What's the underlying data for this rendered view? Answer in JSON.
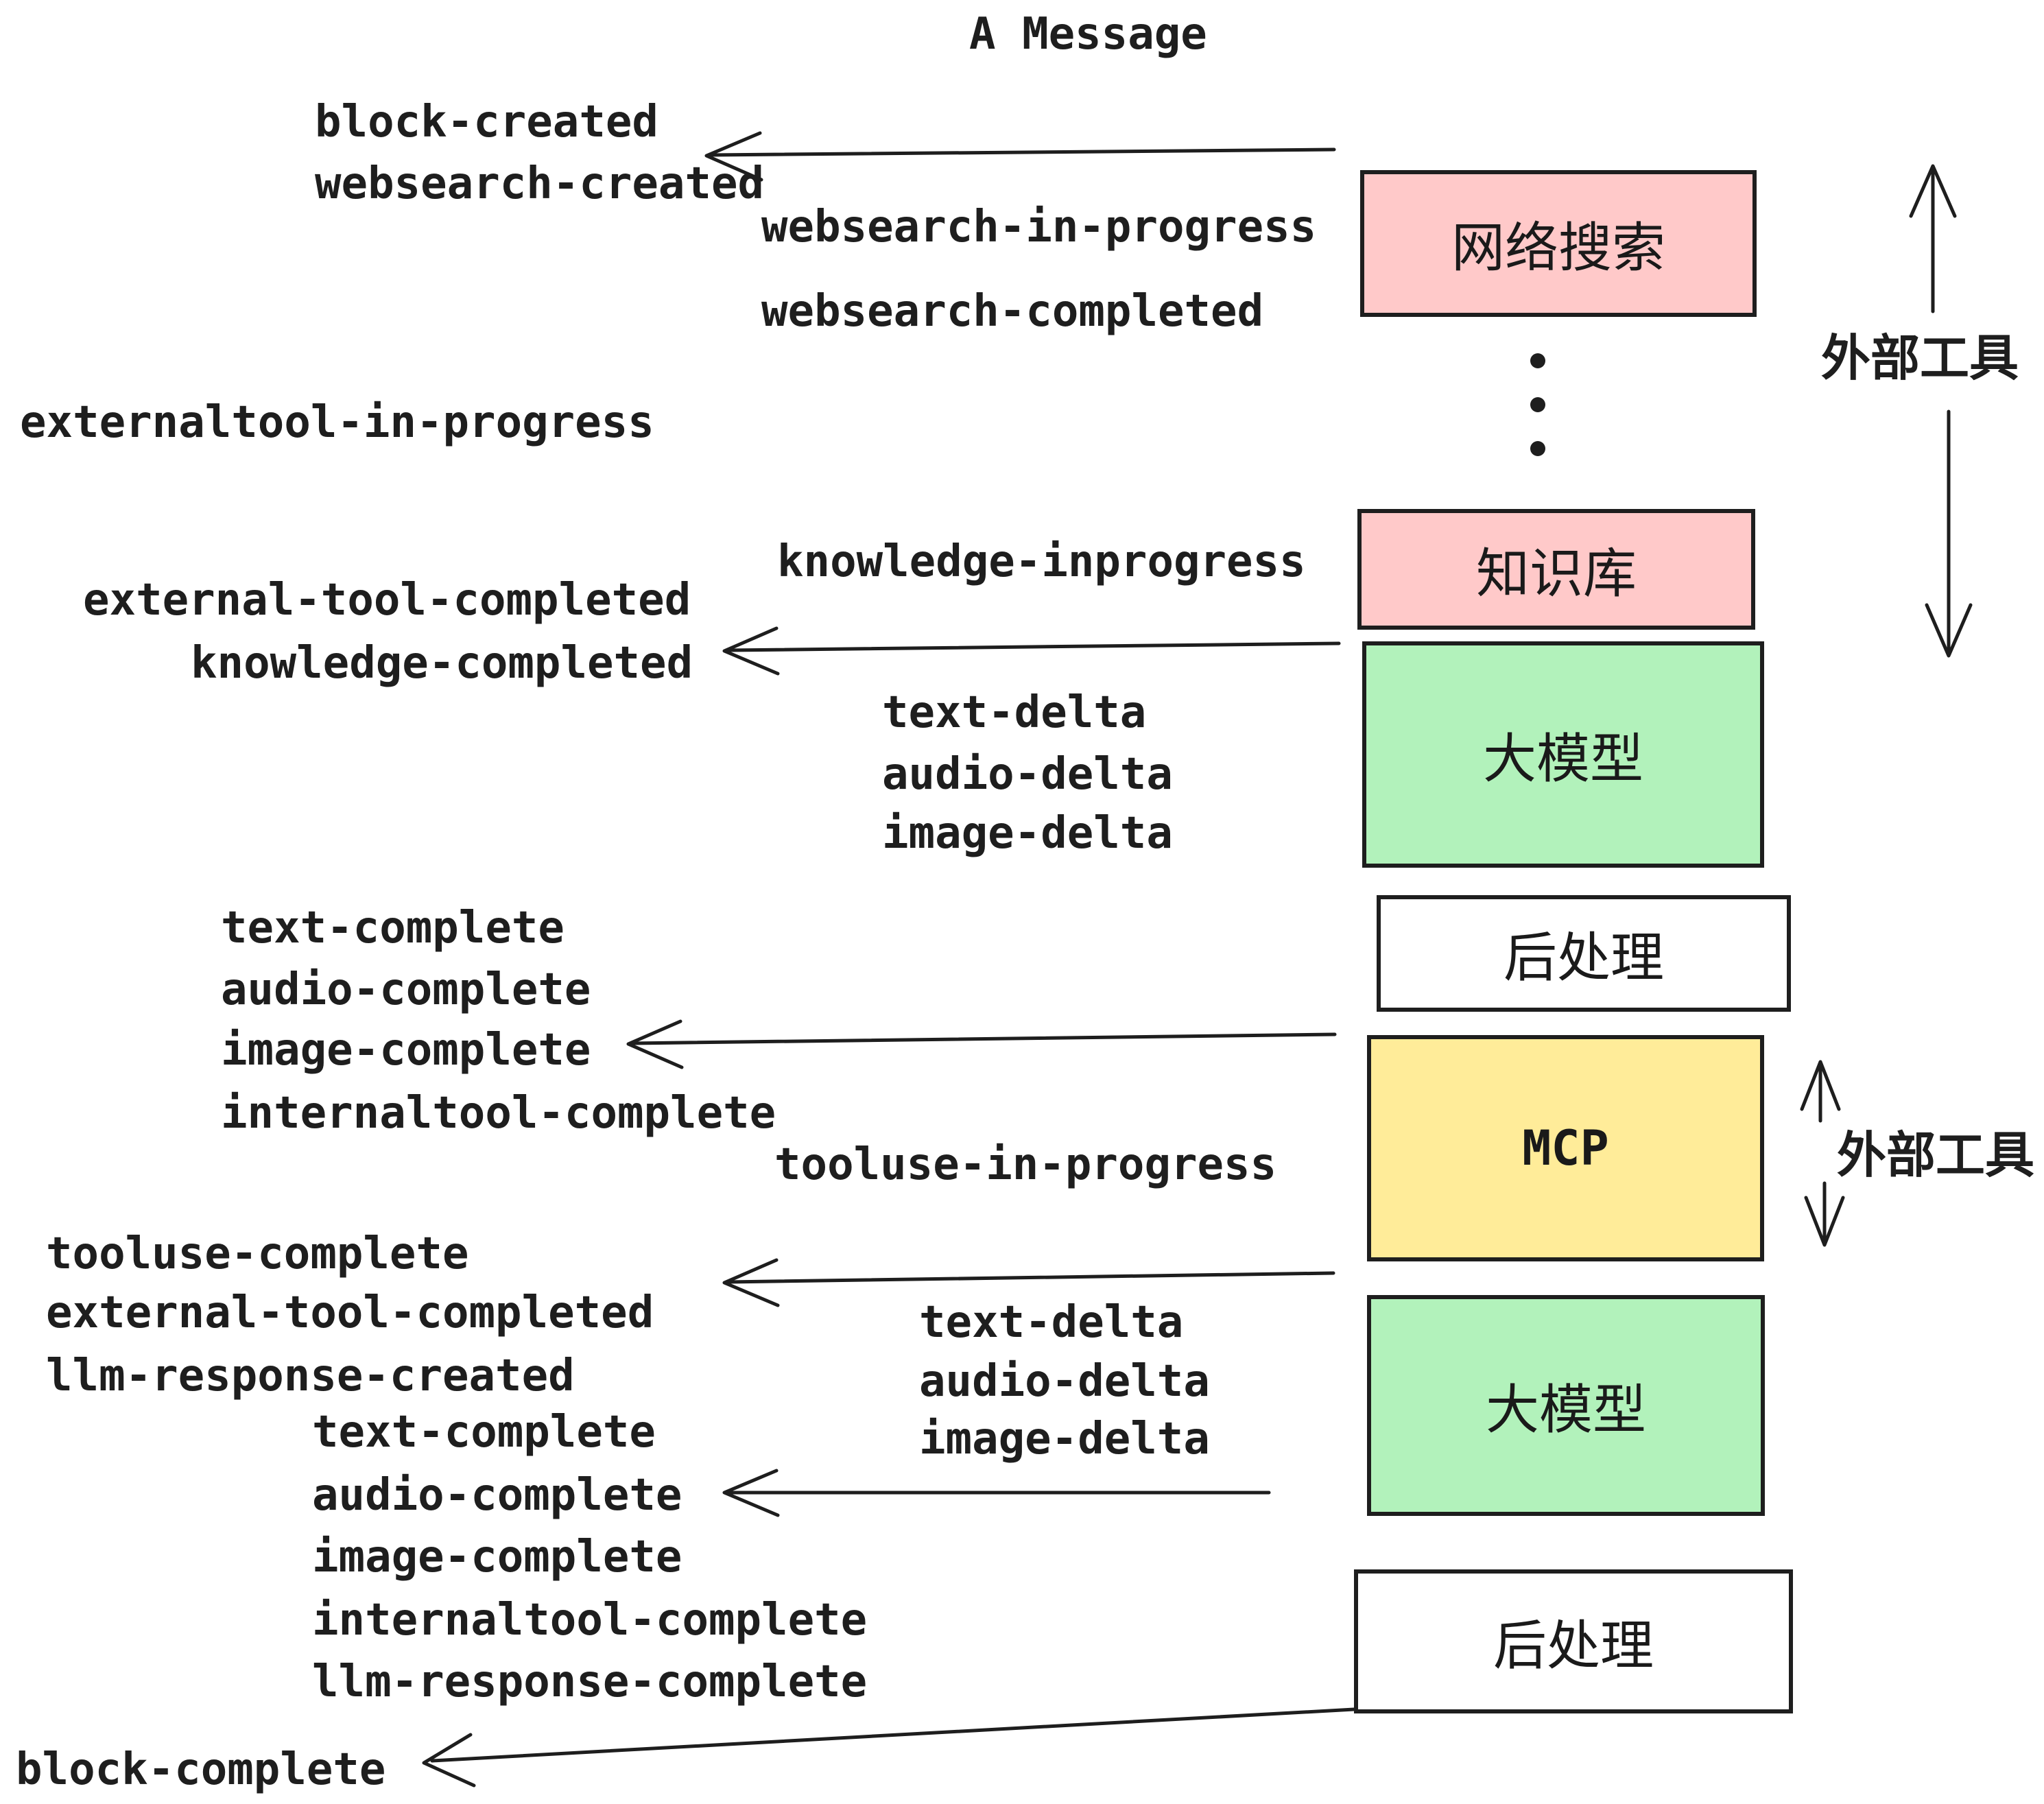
{
  "title": "A Message",
  "boxes": [
    {
      "id": "websearch",
      "label": "网络搜索",
      "fill": "#ffc9c9"
    },
    {
      "id": "knowledge",
      "label": "知识库",
      "fill": "#ffc9c9"
    },
    {
      "id": "llm-1",
      "label": "大模型",
      "fill": "#b2f2bb"
    },
    {
      "id": "postprocess-1",
      "label": "后处理",
      "fill": "#ffffff"
    },
    {
      "id": "mcp",
      "label": "MCP",
      "fill": "#ffec99"
    },
    {
      "id": "llm-2",
      "label": "大模型",
      "fill": "#b2f2bb"
    },
    {
      "id": "postprocess-2",
      "label": "后处理",
      "fill": "#ffffff"
    }
  ],
  "side_labels": [
    {
      "text": "外部工具"
    },
    {
      "text": "外部工具"
    }
  ],
  "events": [
    {
      "text": "block-created"
    },
    {
      "text": "websearch-created"
    },
    {
      "text": "websearch-in-progress"
    },
    {
      "text": "websearch-completed"
    },
    {
      "text": "externaltool-in-progress"
    },
    {
      "text": "knowledge-inprogress"
    },
    {
      "text": "external-tool-completed"
    },
    {
      "text": "knowledge-completed"
    },
    {
      "text": "text-delta"
    },
    {
      "text": "audio-delta"
    },
    {
      "text": "image-delta"
    },
    {
      "text": "text-complete"
    },
    {
      "text": "audio-complete"
    },
    {
      "text": "image-complete"
    },
    {
      "text": "internaltool-complete"
    },
    {
      "text": "tooluse-in-progress"
    },
    {
      "text": "tooluse-complete"
    },
    {
      "text": "external-tool-completed"
    },
    {
      "text": "llm-response-created"
    },
    {
      "text": "text-complete"
    },
    {
      "text": "audio-complete"
    },
    {
      "text": "image-complete"
    },
    {
      "text": "internaltool-complete"
    },
    {
      "text": "llm-response-complete"
    },
    {
      "text": "text-delta"
    },
    {
      "text": "audio-delta"
    },
    {
      "text": "image-delta"
    },
    {
      "text": "block-complete"
    }
  ],
  "colors": {
    "ink": "#1e1e1e",
    "box_pink": "#ffc9c9",
    "box_green": "#b2f2bb",
    "box_yellow": "#ffec99",
    "box_white": "#ffffff",
    "background": "#ffffff"
  }
}
